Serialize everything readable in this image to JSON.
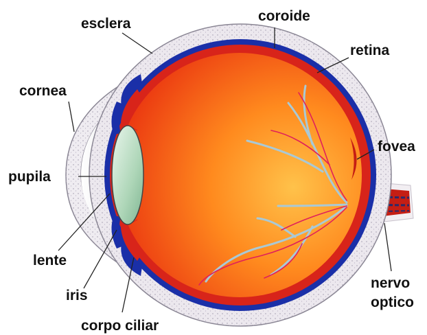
{
  "labels": {
    "esclera": "esclera",
    "coroide": "coroide",
    "retina": "retina",
    "cornea": "cornea",
    "fovea": "fovea",
    "pupila": "pupila",
    "lente": "lente",
    "iris": "iris",
    "nervo_line1": "nervo",
    "nervo_line2": "optico",
    "corpo_ciliar": "corpo ciliar"
  },
  "colors": {
    "sclera": "#ece8ee",
    "choroid": "#1a2fa8",
    "retina": "#d8241a",
    "vitreous_center": "#ffb23a",
    "vitreous_edge": "#e8300e",
    "lens": "#b9dcc0",
    "vessel_pale": "#a9c9d6",
    "vessel_red": "#e0205a",
    "leader_line": "#222222"
  }
}
